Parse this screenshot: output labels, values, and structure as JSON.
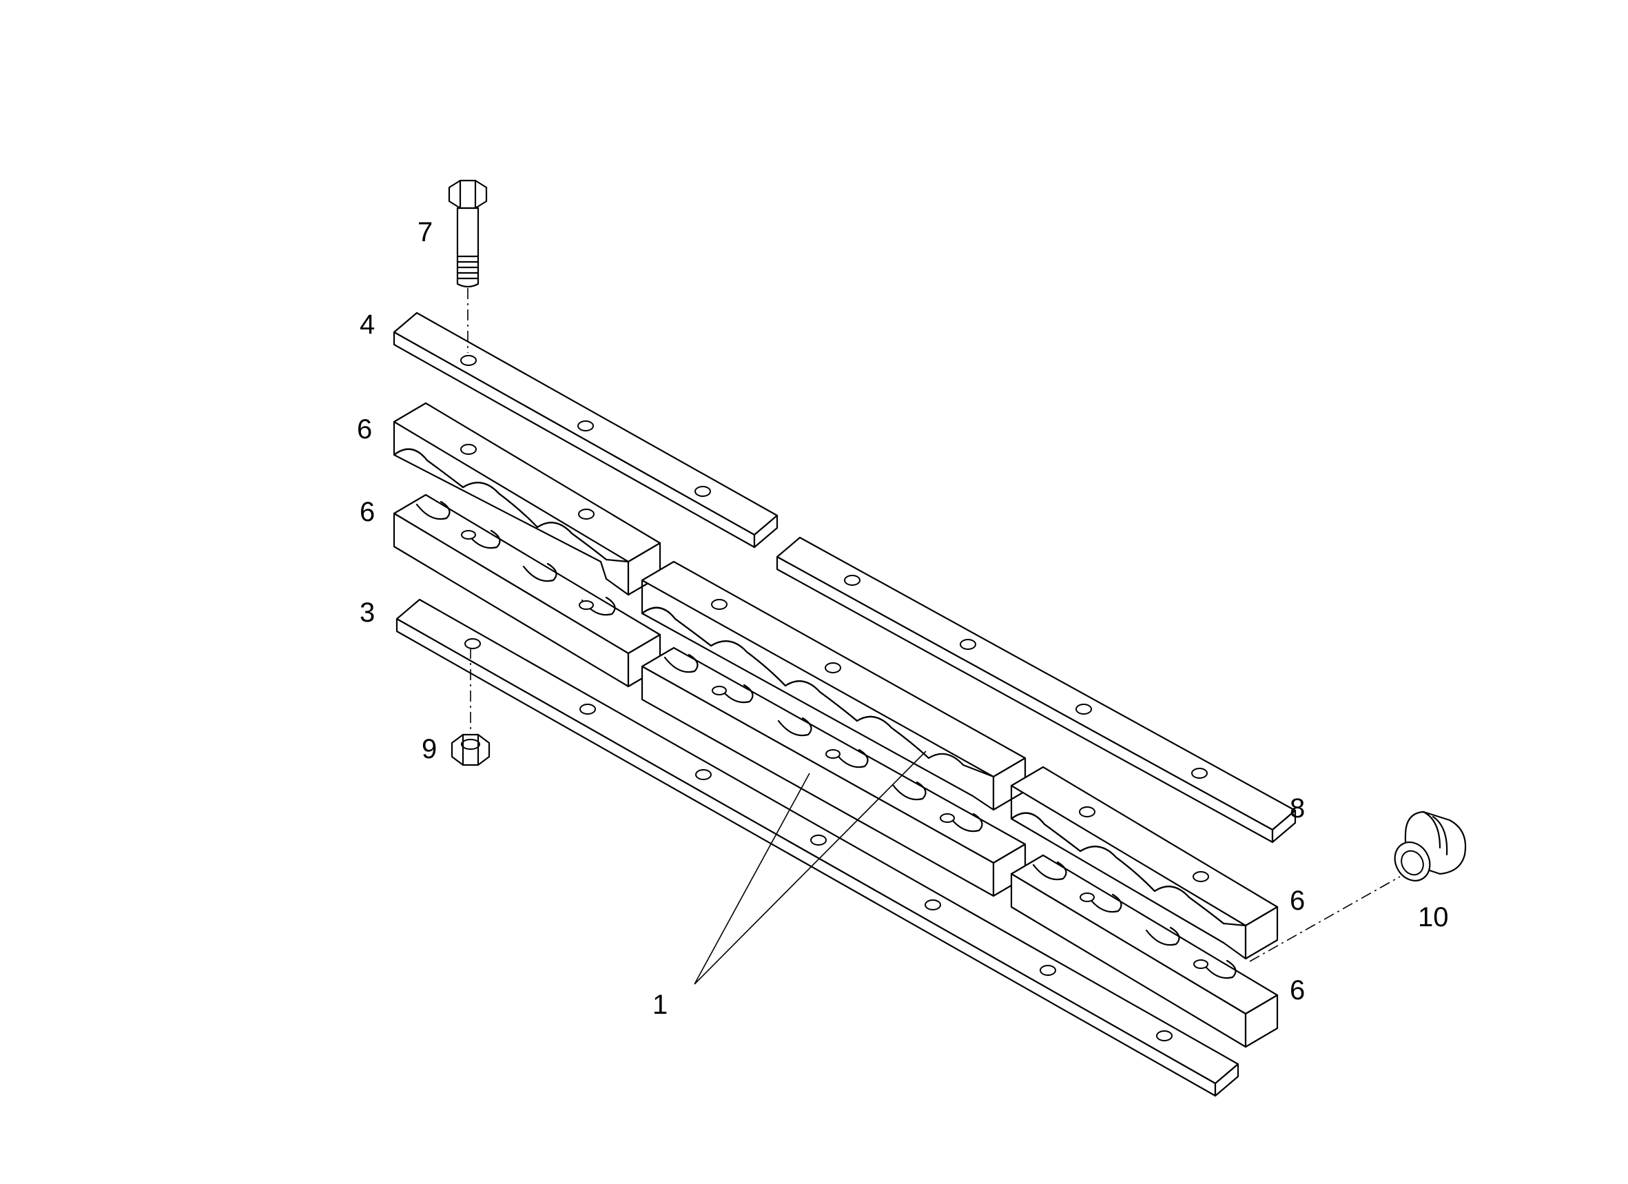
{
  "callouts": [
    {
      "id": "c1",
      "label": "1"
    },
    {
      "id": "c3",
      "label": "3"
    },
    {
      "id": "c4",
      "label": "4"
    },
    {
      "id": "c6a",
      "label": "6"
    },
    {
      "id": "c6b",
      "label": "6"
    },
    {
      "id": "c6c",
      "label": "6"
    },
    {
      "id": "c6d",
      "label": "6"
    },
    {
      "id": "c7",
      "label": "7"
    },
    {
      "id": "c8",
      "label": "8"
    },
    {
      "id": "c9",
      "label": "9"
    },
    {
      "id": "c10",
      "label": "10"
    }
  ]
}
